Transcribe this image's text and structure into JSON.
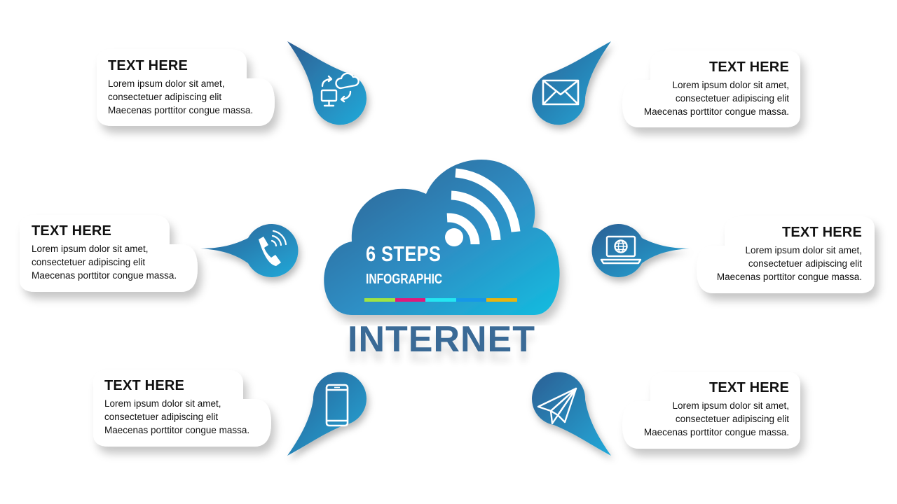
{
  "colors": {
    "pin_light": "#22a9d9",
    "pin_dark": "#2d5f94",
    "title": "#3a6a96",
    "bar": [
      "#9fe443",
      "#e0197b",
      "#23e6f2",
      "#1697e8",
      "#e8b40f"
    ]
  },
  "center": {
    "headline": "6 STEPS",
    "subline": "INFOGRAPHIC",
    "title": "INTERNET",
    "icon": "wifi-icon"
  },
  "items": [
    {
      "title": "TEXT HERE",
      "lines": [
        "Lorem ipsum dolor sit amet,",
        "consectetuer adipiscing elit",
        "Maecenas porttitor congue massa."
      ],
      "icon": "cloud-sync-computer-icon"
    },
    {
      "title": "TEXT HERE",
      "lines": [
        "Lorem ipsum dolor sit amet,",
        "consectetuer adipiscing elit",
        "Maecenas porttitor congue massa."
      ],
      "icon": "envelope-icon"
    },
    {
      "title": "TEXT HERE",
      "lines": [
        "Lorem ipsum dolor sit amet,",
        "consectetuer adipiscing elit",
        "Maecenas porttitor congue massa."
      ],
      "icon": "phone-icon"
    },
    {
      "title": "TEXT HERE",
      "lines": [
        "Lorem ipsum dolor sit amet,",
        "consectetuer adipiscing elit",
        "Maecenas porttitor congue massa."
      ],
      "icon": "laptop-globe-icon"
    },
    {
      "title": "TEXT HERE",
      "lines": [
        "Lorem ipsum dolor sit amet,",
        "consectetuer adipiscing elit",
        "Maecenas porttitor congue massa."
      ],
      "icon": "smartphone-icon"
    },
    {
      "title": "TEXT HERE",
      "lines": [
        "Lorem ipsum dolor sit amet,",
        "consectetuer adipiscing elit",
        "Maecenas porttitor congue massa."
      ],
      "icon": "paper-plane-icon"
    }
  ]
}
